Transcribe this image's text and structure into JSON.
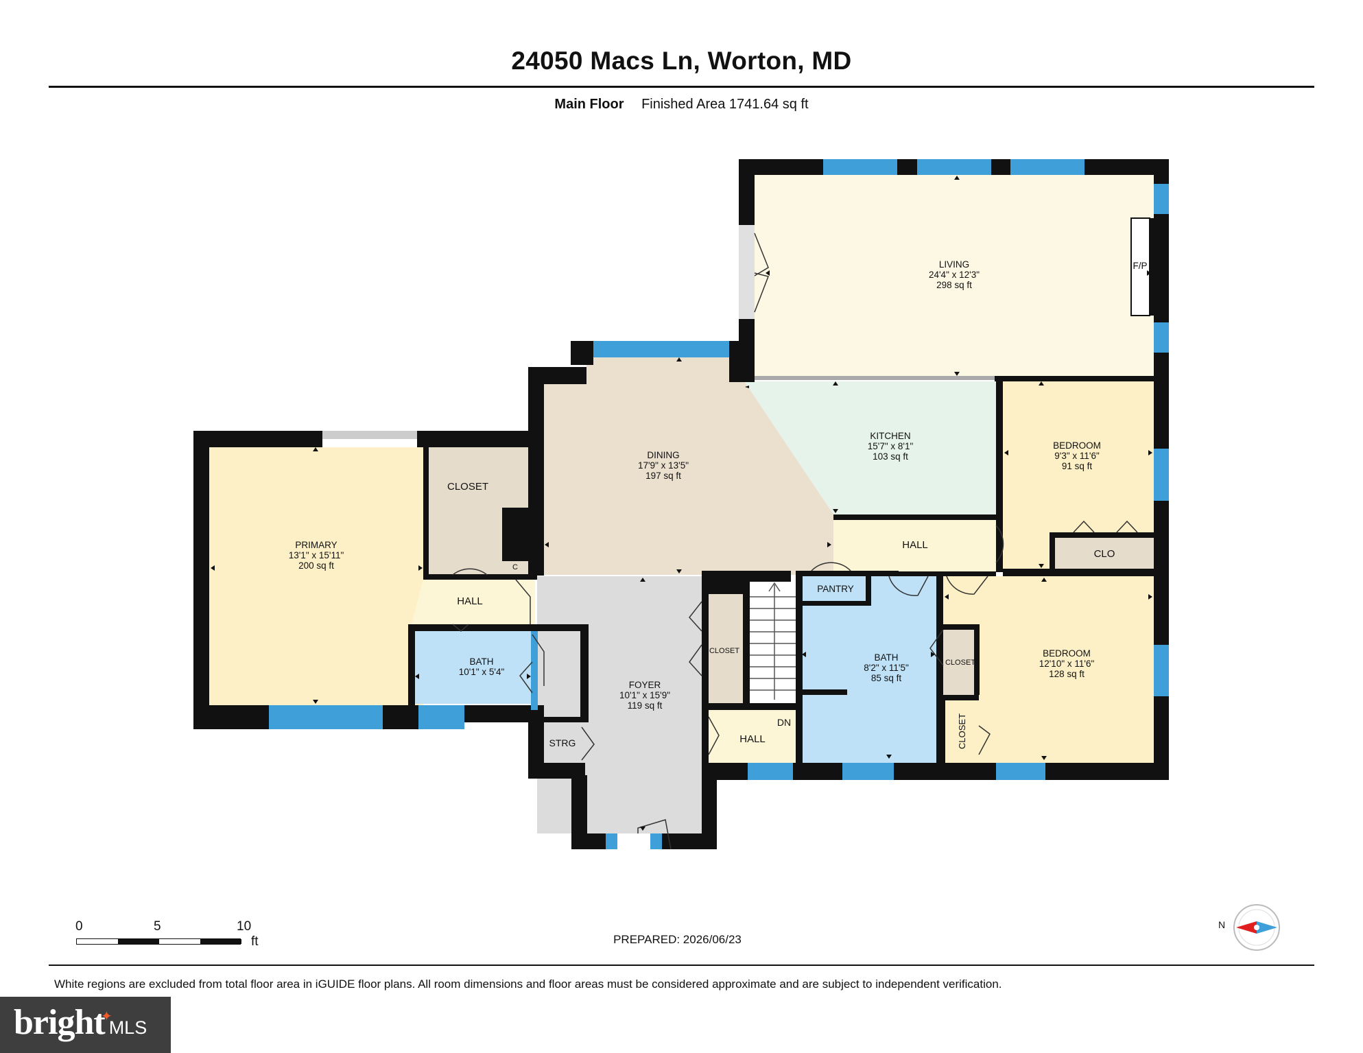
{
  "header": {
    "address": "24050 Macs Ln, Worton, MD",
    "floor_name": "Main Floor",
    "finished_area": "Finished Area 1741.64 sq ft"
  },
  "rooms": {
    "living": {
      "name": "LIVING",
      "dims": "24'4\" x 12'3\"",
      "area": "298 sq ft"
    },
    "fireplace": {
      "name": "F/P"
    },
    "dining": {
      "name": "DINING",
      "dims": "17'9\" x 13'5\"",
      "area": "197 sq ft"
    },
    "kitchen": {
      "name": "KITCHEN",
      "dims": "15'7\" x 8'1\"",
      "area": "103 sq ft"
    },
    "bedroom_ne": {
      "name": "BEDROOM",
      "dims": "9'3\" x 11'6\"",
      "area": "91 sq ft"
    },
    "clo": {
      "name": "CLO"
    },
    "hall_kitchen": {
      "name": "HALL"
    },
    "pantry": {
      "name": "PANTRY"
    },
    "primary": {
      "name": "PRIMARY",
      "dims": "13'1\" x 15'11\"",
      "area": "200 sq ft"
    },
    "closet_primary": {
      "name": "CLOSET"
    },
    "c_closet": {
      "name": "C"
    },
    "hall_primary": {
      "name": "HALL"
    },
    "bath_primary": {
      "name": "BATH",
      "dims": "10'1\" x 5'4\"",
      "area": ""
    },
    "storage": {
      "name": "STRG"
    },
    "foyer": {
      "name": "FOYER",
      "dims": "10'1\" x 15'9\"",
      "area": "119 sq ft"
    },
    "closet_foyer": {
      "name": "CLOSET"
    },
    "stair_hall": {
      "name": "HALL"
    },
    "stairs_down": {
      "name": "DN"
    },
    "bath_main": {
      "name": "BATH",
      "dims": "8'2\" x 11'5\"",
      "area": "85 sq ft"
    },
    "closet_bath": {
      "name": "CLOSET"
    },
    "closet_vertical": {
      "name": "CLOSET"
    },
    "bedroom_se": {
      "name": "BEDROOM",
      "dims": "12'10\" x 11'6\"",
      "area": "128 sq ft"
    }
  },
  "scale_bar": {
    "ticks": [
      "0",
      "5",
      "10"
    ],
    "unit": "ft"
  },
  "prepared": "PREPARED: 2026/06/23",
  "compass": {
    "label": "N"
  },
  "disclaimer": "White regions are excluded from total floor area in iGUIDE floor plans. All room dimensions and floor areas must be considered approximate and are subject to independent verification.",
  "logo": {
    "brand": "bright",
    "suffix": "MLS"
  },
  "colors": {
    "wall": "#111111",
    "window": "#3f9fd8",
    "living": "#fcf8e3",
    "bedroom": "#fdf0c6",
    "kitchen": "#e6f3ea",
    "dining": "#ebdfcd",
    "bath": "#bee1f7",
    "hall": "#fdf6d6",
    "foyer": "#dcdcdc",
    "closet": "#e6dccc"
  }
}
